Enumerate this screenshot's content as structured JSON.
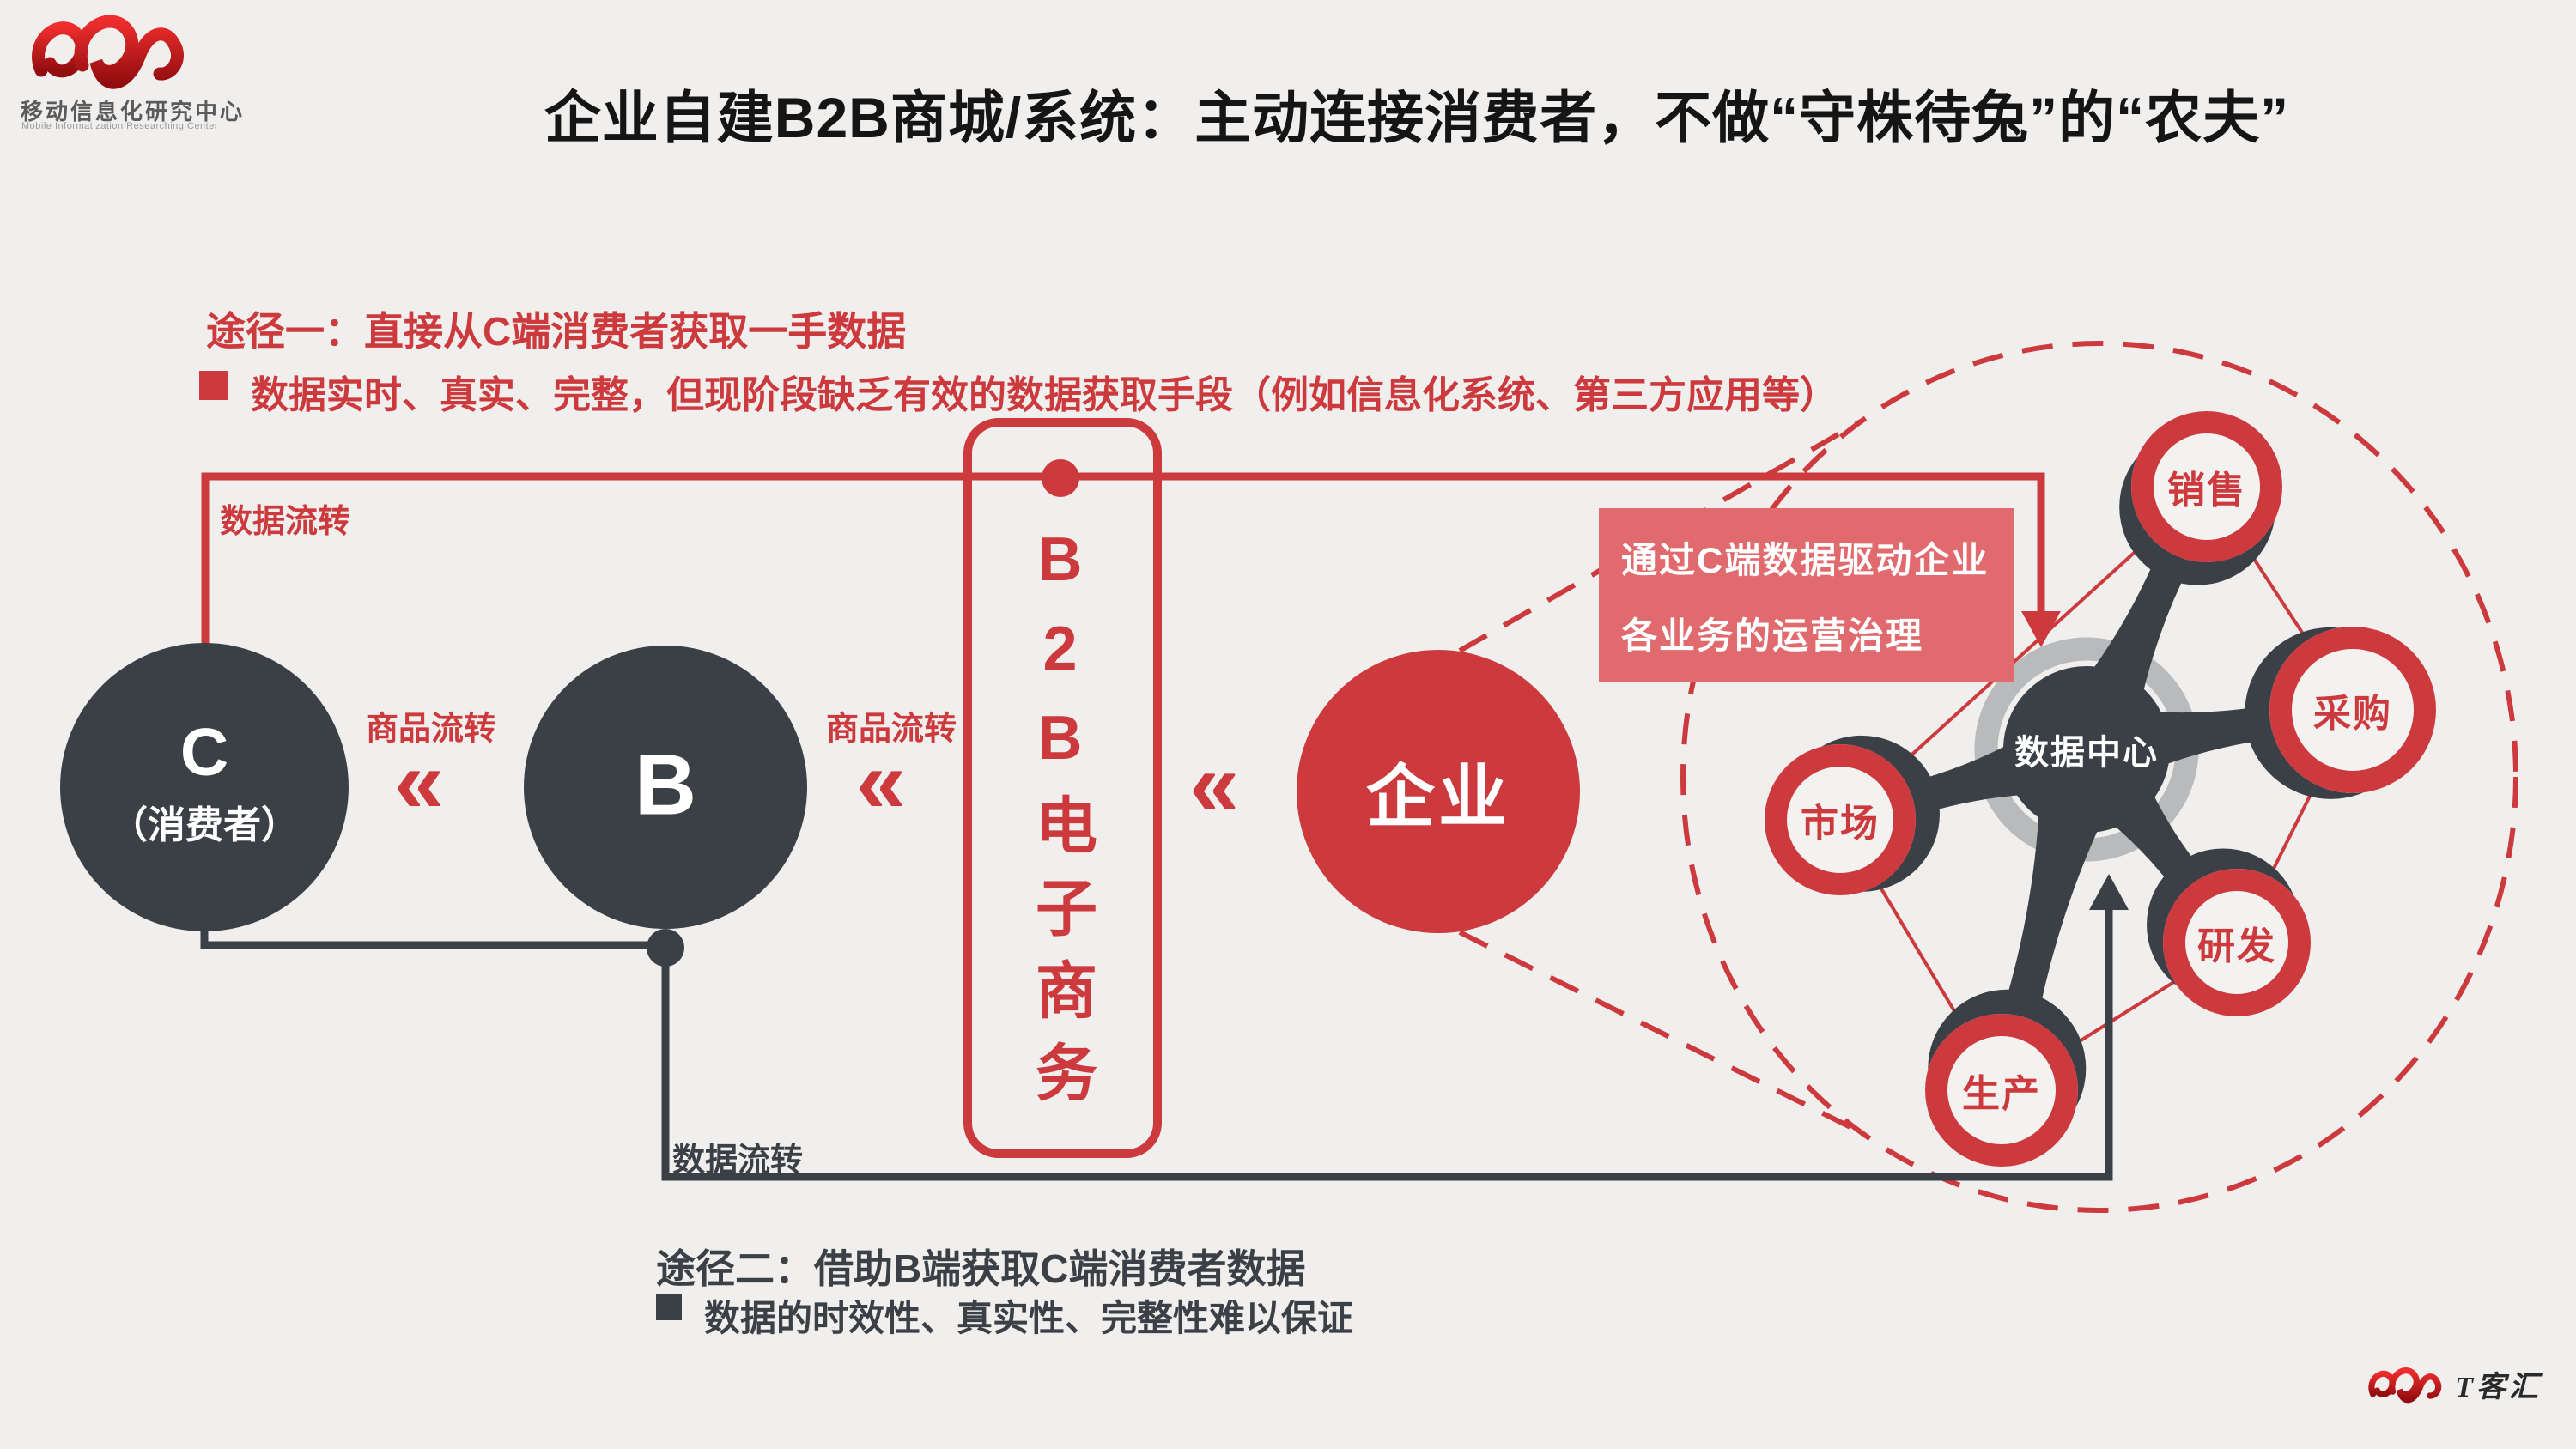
{
  "meta": {
    "colors": {
      "background": "#f0efee",
      "red": "#cd3a3d",
      "dark": "#3a4046",
      "pink": "#e06a6d",
      "ring_gray": "#b9babc",
      "node_fill": "#f3f2f1"
    }
  },
  "header": {
    "logo_cn": "移动信息化研究中心",
    "logo_en": "Mobile  Informatization Researching Center",
    "title": "企业自建B2B商城/系统：主动连接消费者，不做“守株待兔”的“农夫”"
  },
  "path1": {
    "heading": "途径一：直接从C端消费者获取一手数据",
    "bullet": "数据实时、真实、完整，但现阶段缺乏有效的数据获取手段（例如信息化系统、第三方应用等）"
  },
  "path2": {
    "heading": "途径二：借助B端获取C端消费者数据",
    "bullet": "数据的时效性、真实性、完整性难以保证"
  },
  "flow": {
    "data_flow_top": "数据流转",
    "data_flow_bottom": "数据流转",
    "goods_flow_left": "商品流转",
    "goods_flow_right": "商品流转",
    "chevron": "«",
    "c_label": "C",
    "c_sub": "（消费者）",
    "b_label": "B",
    "b2b_vertical": "B2B电子商务",
    "enterprise_label": "企业"
  },
  "callout": {
    "line1": "通过C端数据驱动企业",
    "line2": "各业务的运营治理"
  },
  "hub": {
    "center_label": "数据中心",
    "satellites": [
      {
        "label": "销售"
      },
      {
        "label": "采购"
      },
      {
        "label": "研发"
      },
      {
        "label": "生产"
      },
      {
        "label": "市场"
      }
    ]
  },
  "footer": {
    "brand": "T客汇"
  }
}
